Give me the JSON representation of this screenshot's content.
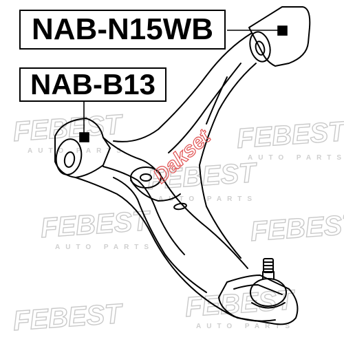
{
  "parts": {
    "top_label": "NAB-N15WB",
    "bottom_label": "NAB-B13"
  },
  "watermarks": {
    "brand": "FEBEST",
    "sub": "AUTO PARTS",
    "site": "Dakset"
  },
  "colors": {
    "line": "#000000",
    "watermark": "#d0d0d0",
    "site_watermark": "#e23a3a"
  }
}
